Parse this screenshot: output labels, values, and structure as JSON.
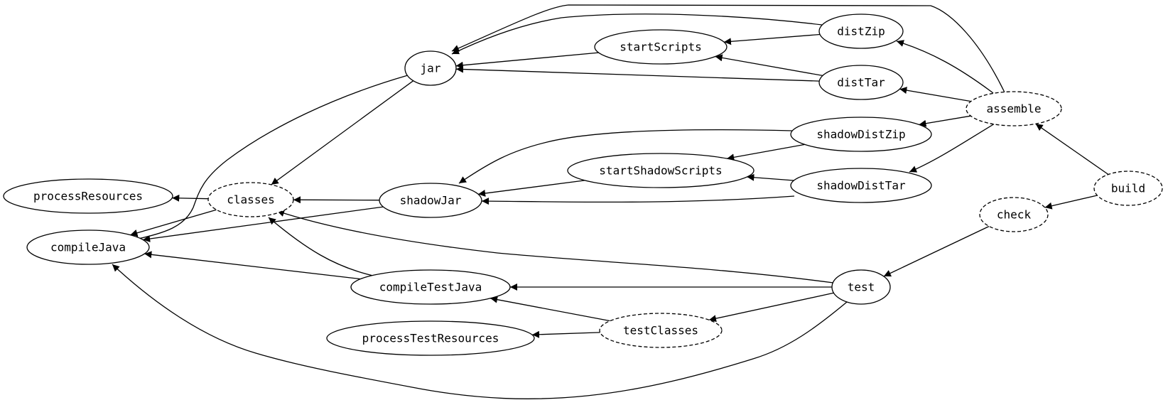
{
  "graph": {
    "nodes": [
      {
        "id": "jar",
        "label": "jar",
        "style": "solid"
      },
      {
        "id": "startScripts",
        "label": "startScripts",
        "style": "solid"
      },
      {
        "id": "distZip",
        "label": "distZip",
        "style": "solid"
      },
      {
        "id": "distTar",
        "label": "distTar",
        "style": "solid"
      },
      {
        "id": "assemble",
        "label": "assemble",
        "style": "dashed"
      },
      {
        "id": "shadowDistZip",
        "label": "shadowDistZip",
        "style": "solid"
      },
      {
        "id": "startShadowScripts",
        "label": "startShadowScripts",
        "style": "solid"
      },
      {
        "id": "shadowDistTar",
        "label": "shadowDistTar",
        "style": "solid"
      },
      {
        "id": "build",
        "label": "build",
        "style": "dashed"
      },
      {
        "id": "processResources",
        "label": "processResources",
        "style": "solid"
      },
      {
        "id": "classes",
        "label": "classes",
        "style": "dashed"
      },
      {
        "id": "shadowJar",
        "label": "shadowJar",
        "style": "solid"
      },
      {
        "id": "check",
        "label": "check",
        "style": "dashed"
      },
      {
        "id": "compileJava",
        "label": "compileJava",
        "style": "solid"
      },
      {
        "id": "compileTestJava",
        "label": "compileTestJava",
        "style": "solid"
      },
      {
        "id": "test",
        "label": "test",
        "style": "solid"
      },
      {
        "id": "testClasses",
        "label": "testClasses",
        "style": "dashed"
      },
      {
        "id": "processTestResources",
        "label": "processTestResources",
        "style": "solid"
      }
    ],
    "edges": [
      {
        "from": "assemble",
        "to": "jar"
      },
      {
        "from": "distZip",
        "to": "jar"
      },
      {
        "from": "distZip",
        "to": "startScripts"
      },
      {
        "from": "startScripts",
        "to": "jar"
      },
      {
        "from": "distTar",
        "to": "startScripts"
      },
      {
        "from": "distTar",
        "to": "jar"
      },
      {
        "from": "assemble",
        "to": "distZip"
      },
      {
        "from": "assemble",
        "to": "distTar"
      },
      {
        "from": "assemble",
        "to": "shadowDistZip"
      },
      {
        "from": "assemble",
        "to": "shadowDistTar"
      },
      {
        "from": "build",
        "to": "assemble"
      },
      {
        "from": "build",
        "to": "check"
      },
      {
        "from": "jar",
        "to": "classes"
      },
      {
        "from": "jar",
        "to": "compileJava"
      },
      {
        "from": "shadowDistZip",
        "to": "shadowJar"
      },
      {
        "from": "shadowDistZip",
        "to": "startShadowScripts"
      },
      {
        "from": "startShadowScripts",
        "to": "shadowJar"
      },
      {
        "from": "shadowDistTar",
        "to": "startShadowScripts"
      },
      {
        "from": "shadowDistTar",
        "to": "shadowJar"
      },
      {
        "from": "shadowJar",
        "to": "classes"
      },
      {
        "from": "shadowJar",
        "to": "compileJava"
      },
      {
        "from": "classes",
        "to": "processResources"
      },
      {
        "from": "classes",
        "to": "compileJava"
      },
      {
        "from": "compileTestJava",
        "to": "classes"
      },
      {
        "from": "compileTestJava",
        "to": "compileJava"
      },
      {
        "from": "test",
        "to": "classes"
      },
      {
        "from": "test",
        "to": "compileTestJava"
      },
      {
        "from": "test",
        "to": "testClasses"
      },
      {
        "from": "test",
        "to": "compileJava"
      },
      {
        "from": "check",
        "to": "test"
      },
      {
        "from": "testClasses",
        "to": "compileTestJava"
      },
      {
        "from": "testClasses",
        "to": "processTestResources"
      }
    ]
  }
}
